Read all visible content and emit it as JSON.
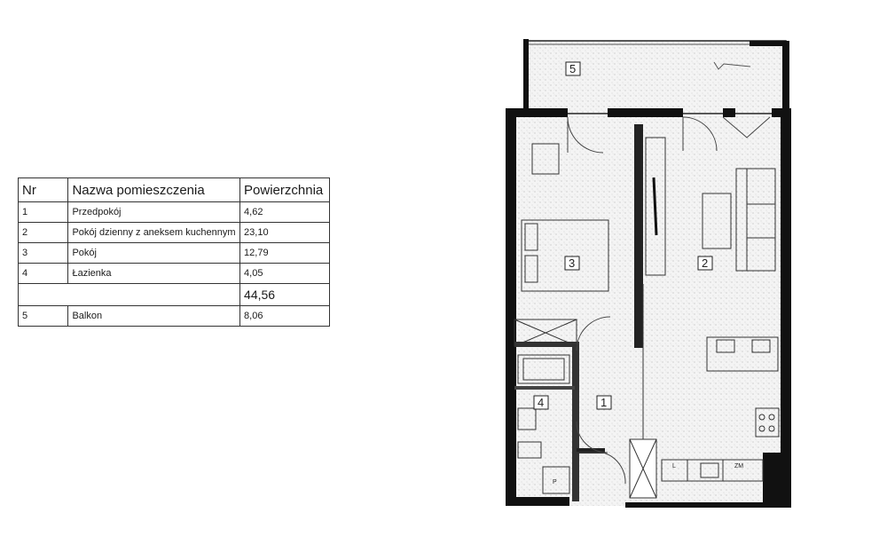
{
  "table": {
    "headers": [
      "Nr",
      "Nazwa pomieszczenia",
      "Powierzchnia"
    ],
    "rows": [
      {
        "nr": "1",
        "name": "Przedpokój",
        "area": "4,62"
      },
      {
        "nr": "2",
        "name": "Pokój dzienny z aneksem kuchennym",
        "area": "23,10"
      },
      {
        "nr": "3",
        "name": "Pokój",
        "area": "12,79"
      },
      {
        "nr": "4",
        "name": "Łazienka",
        "area": "4,05"
      }
    ],
    "total": "44,56",
    "balcony": {
      "nr": "5",
      "name": "Balkon",
      "area": "8,06"
    }
  },
  "plan": {
    "room_labels": [
      "1",
      "2",
      "3",
      "4",
      "5"
    ],
    "fixture_labels": {
      "washer": "P",
      "fridge": "L",
      "dishwasher": "ZM"
    }
  }
}
